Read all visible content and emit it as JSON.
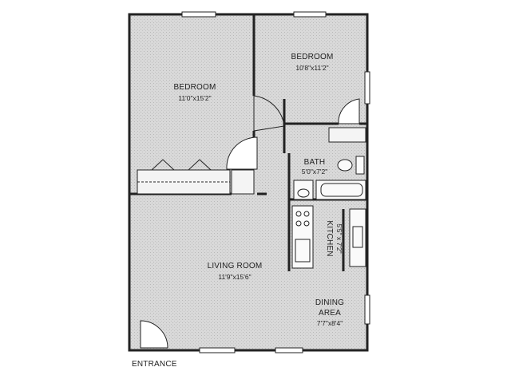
{
  "rooms": {
    "bedroom_left": {
      "name": "BEDROOM",
      "dims": "11'0\"x15'2\""
    },
    "bedroom_right": {
      "name": "BEDROOM",
      "dims": "10'8\"x11'2\""
    },
    "bath": {
      "name": "BATH",
      "dims": "5'0\"x7'2\""
    },
    "kitchen": {
      "name": "KITCHEN",
      "dims": "5'5\" x 7'2\""
    },
    "living": {
      "name": "LIVING ROOM",
      "dims": "11'9\"x15'6\""
    },
    "dining": {
      "name": "DINING",
      "name2": "AREA",
      "dims": "7'7\"x8'4\""
    }
  },
  "entrance_label": "ENTRANCE"
}
